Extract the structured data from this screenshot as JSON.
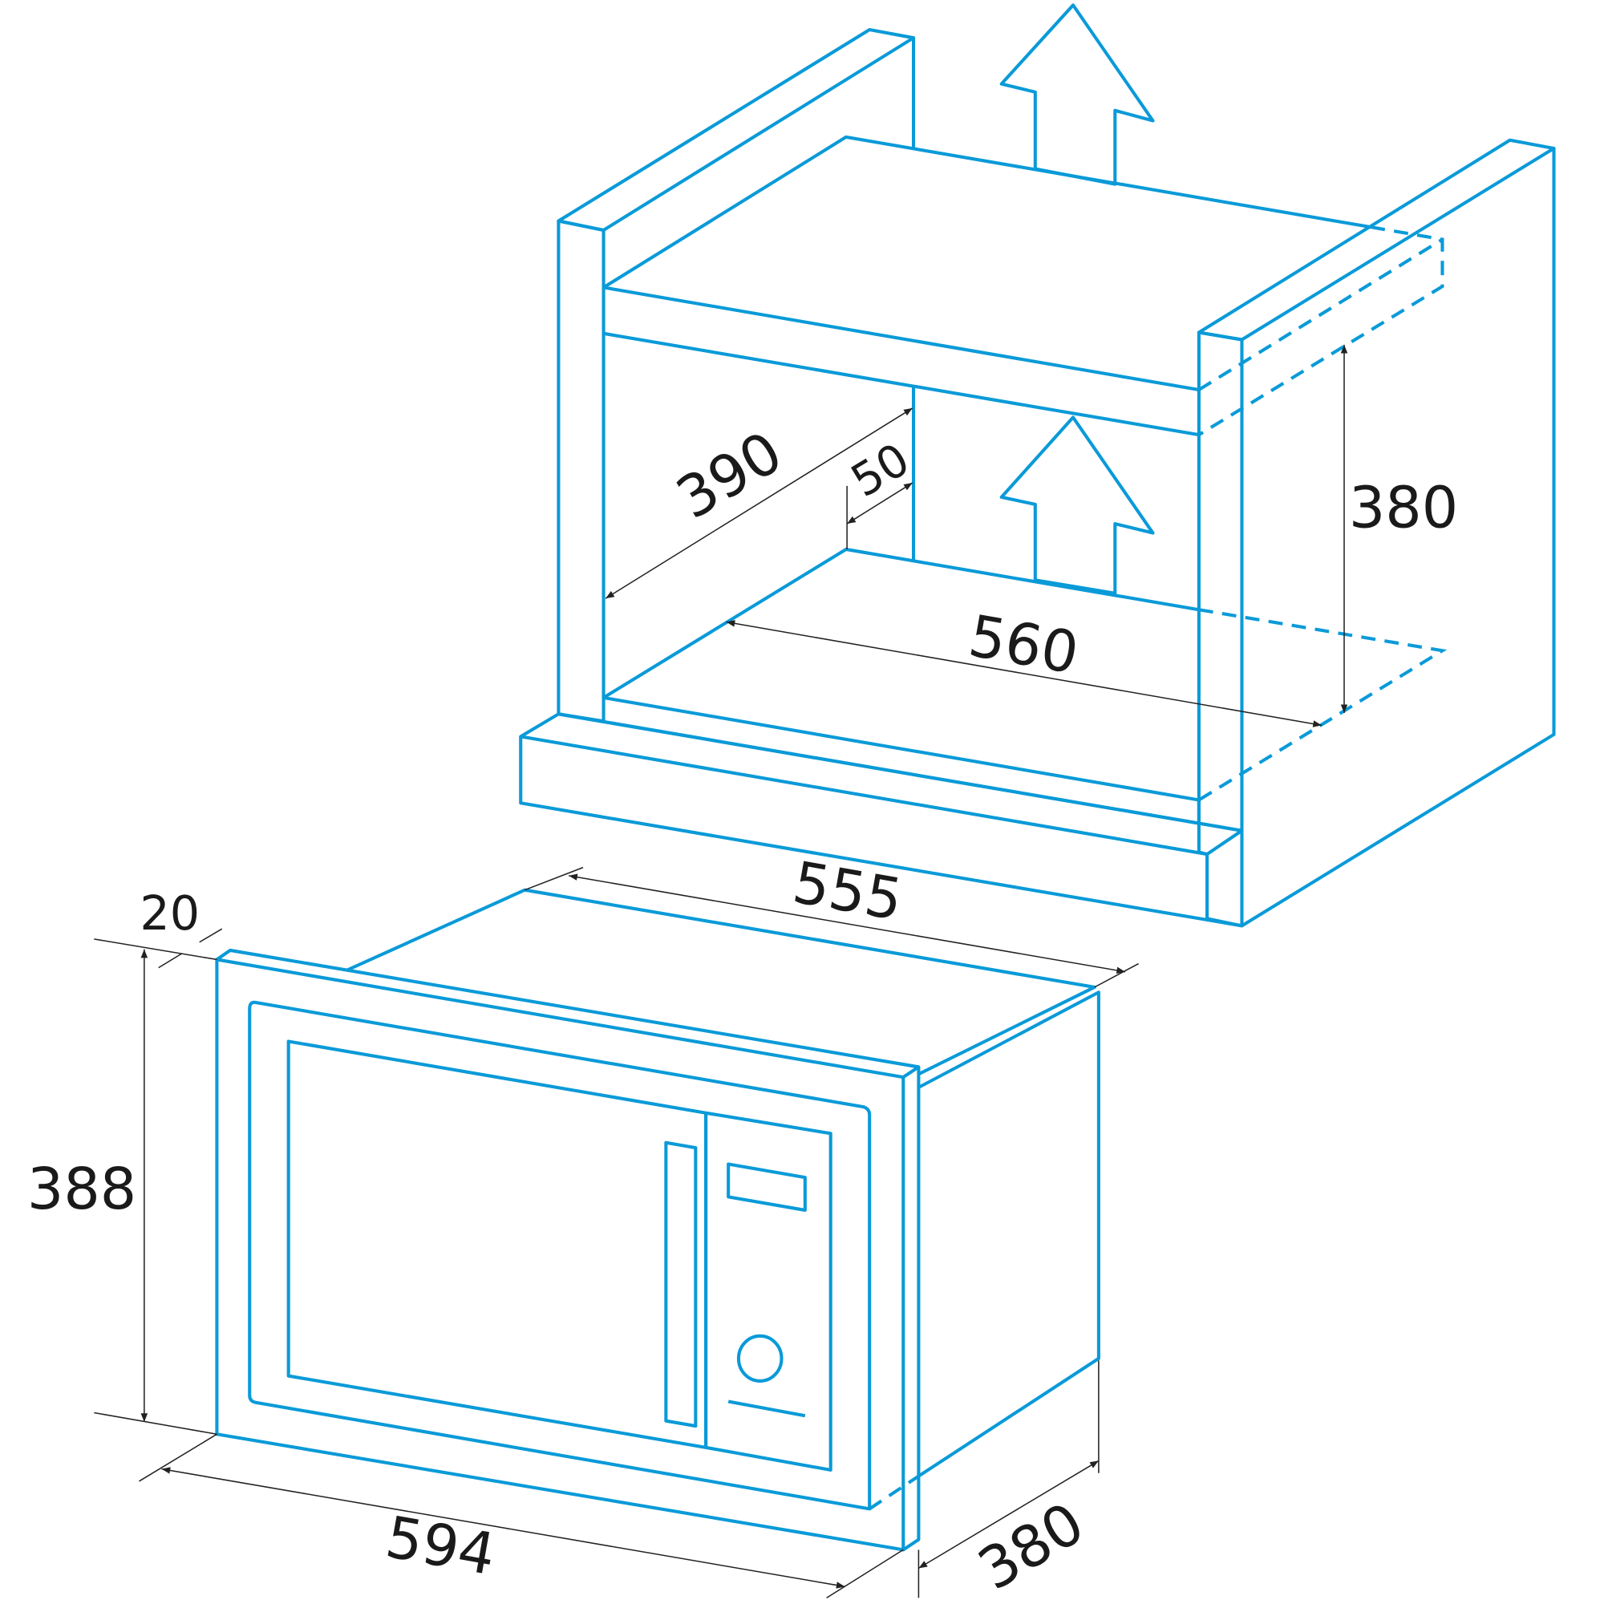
{
  "colors": {
    "outline": "#0a9ad8",
    "dimension": "#222222"
  },
  "cabinet": {
    "dims": {
      "depth": "390",
      "rear_gap": "50",
      "width": "560",
      "height": "380"
    },
    "icons": [
      "airflow-arrow-top",
      "airflow-arrow-inner"
    ]
  },
  "microwave": {
    "dims": {
      "frame": "20",
      "height": "388",
      "width": "594",
      "top_width": "555",
      "depth": "380"
    }
  }
}
